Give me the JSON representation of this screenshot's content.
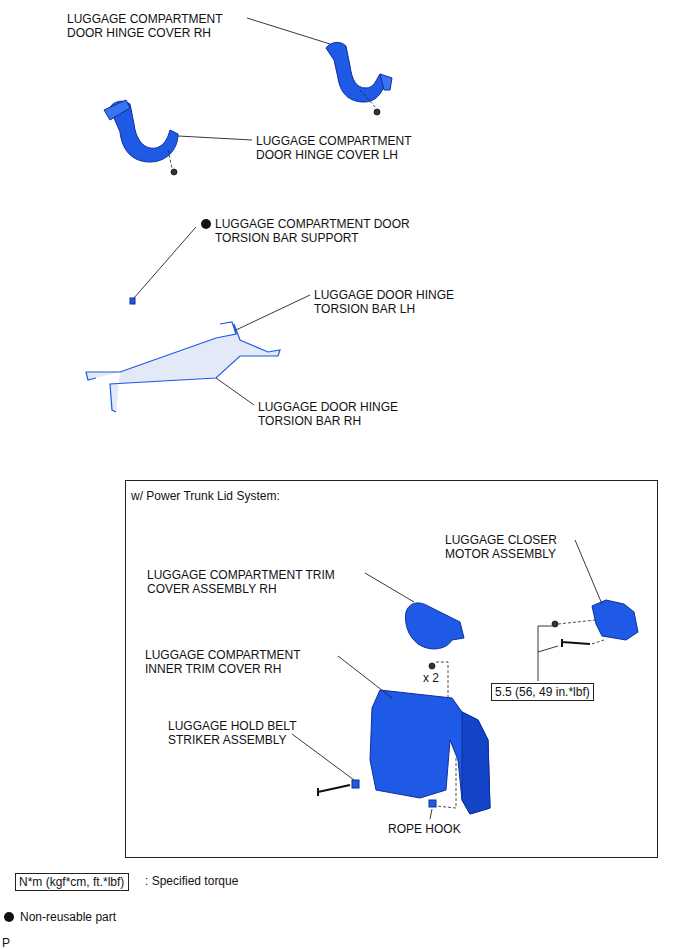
{
  "diagram": {
    "nodes": [
      {
        "text": [
          "w/ Power Trunk Lid System:"
        ]
      },
      {
        "text": [
          "5.5 (56, 49 in.*lbf)"
        ],
        "in": 0
      },
      {
        "text": [
          "N*m (kgf*cm, ft.*lbf)"
        ]
      }
    ],
    "labels": [
      "LUGGAGE COMPARTMENT DOOR HINGE COVER RH",
      "LUGGAGE COMPARTMENT DOOR HINGE COVER LH",
      "LUGGAGE COMPARTMENT DOOR TORSION BAR SUPPORT",
      "LUGGAGE DOOR HINGE TORSION BAR LH",
      "LUGGAGE DOOR HINGE TORSION BAR RH",
      "LUGGAGE CLOSER MOTOR ASSEMBLY",
      "LUGGAGE COMPARTMENT TRIM COVER ASSEMBLY RH",
      "LUGGAGE COMPARTMENT INNER TRIM COVER RH",
      "x 2",
      "LUGGAGE HOLD BELT STRIKER ASSEMBLY",
      "ROPE HOOK",
      ": Specified torque",
      "P"
    ],
    "legend": [
      {
        "text": "Non-reusable part"
      }
    ]
  }
}
